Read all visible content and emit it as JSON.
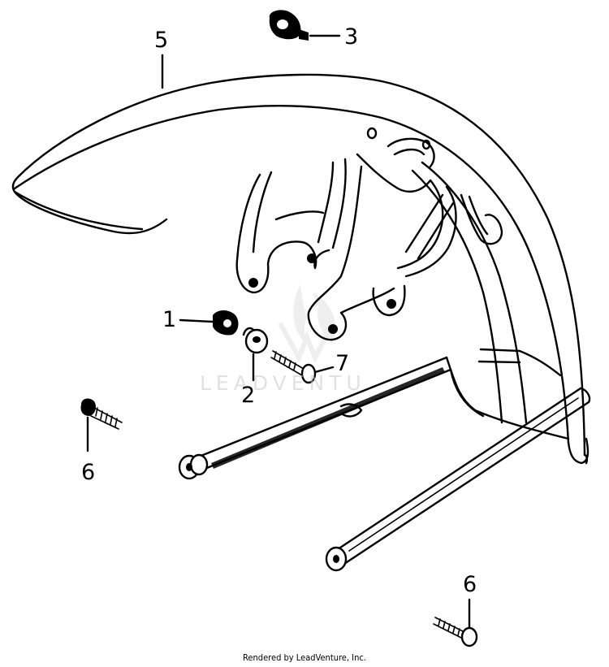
{
  "diagram": {
    "callouts": [
      {
        "id": "1",
        "label": "1"
      },
      {
        "id": "2",
        "label": "2"
      },
      {
        "id": "3",
        "label": "3"
      },
      {
        "id": "5",
        "label": "5"
      },
      {
        "id": "6a",
        "label": "6"
      },
      {
        "id": "6b",
        "label": "6"
      },
      {
        "id": "7",
        "label": "7"
      }
    ],
    "watermark": "LEADVENTU",
    "footer": "Rendered by LeadVenture, Inc."
  }
}
